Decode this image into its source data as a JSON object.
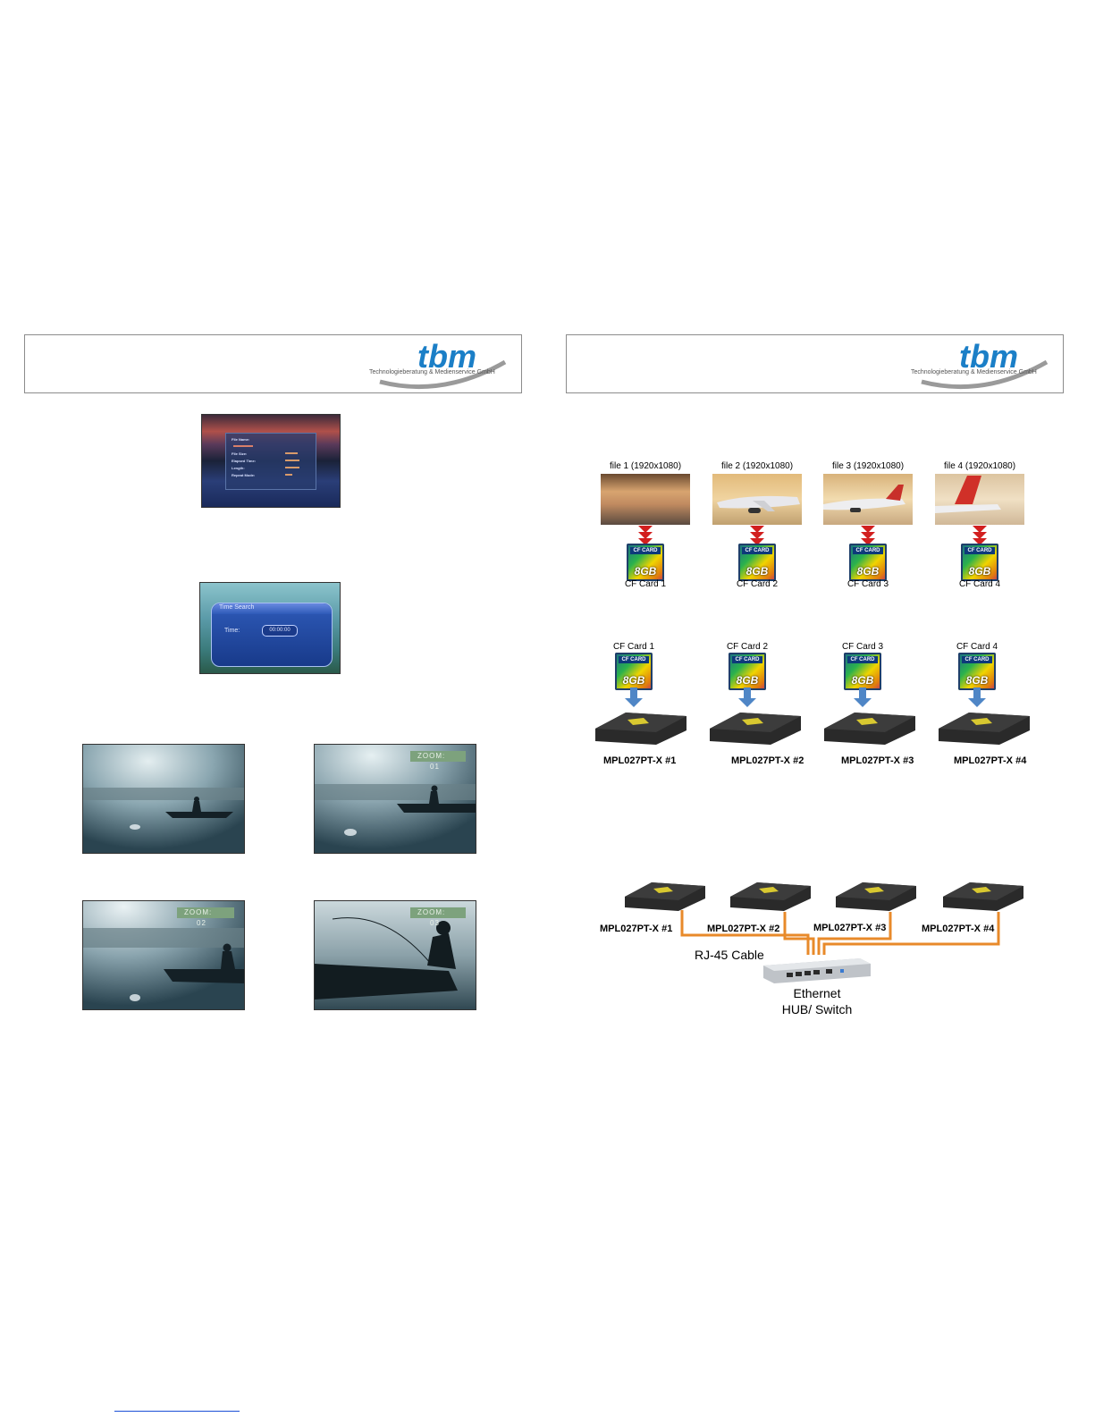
{
  "header": {
    "logo_text": "tbm",
    "logo_subtitle": "Technologieberatung & Medienservice GmbH",
    "logo_color": "#1b7fc7"
  },
  "left": {
    "file_info_panel": {
      "labels": [
        "File Name:",
        "",
        "File Size:",
        "Elapsed Time:",
        "Length:",
        "Repeat Mode:"
      ],
      "values": [
        "",
        "",
        "",
        "",
        "",
        ""
      ]
    },
    "time_search": {
      "title": "Time Search",
      "time_label": "Time:",
      "time_value": "00:00:00"
    },
    "zoom_shots": [
      {
        "zoom_label": "",
        "zoom_value": ""
      },
      {
        "zoom_label": "ZOOM:",
        "zoom_value": "01"
      },
      {
        "zoom_label": "ZOOM:",
        "zoom_value": "02"
      },
      {
        "zoom_label": "ZOOM:",
        "zoom_value": "03"
      }
    ]
  },
  "right": {
    "files": [
      {
        "label": "file 1 (1920x1080)",
        "card": "CF Card 1"
      },
      {
        "label": "file 2 (1920x1080)",
        "card": "CF Card 2"
      },
      {
        "label": "file 3 (1920x1080)",
        "card": "CF Card 3"
      },
      {
        "label": "file 4 (1920x1080)",
        "card": "CF Card 4"
      }
    ],
    "card_badge": {
      "top": "CF CARD",
      "capacity": "8GB"
    },
    "devices": [
      {
        "card": "CF Card 1",
        "name": "MPL027PT-X #1"
      },
      {
        "card": "CF Card 2",
        "name": "MPL027PT-X #2"
      },
      {
        "card": "CF Card 3",
        "name": "MPL027PT-X #3"
      },
      {
        "card": "CF Card 4",
        "name": "MPL027PT-X #4"
      }
    ],
    "network": {
      "device_names": [
        "MPL027PT-X #1",
        "MPL027PT-X #2",
        "MPL027PT-X #3",
        "MPL027PT-X #4"
      ],
      "cable_label": "RJ-45 Cable",
      "switch_label_1": "Ethernet",
      "switch_label_2": "HUB/ Switch",
      "cable_color": "#e88a2a"
    }
  }
}
